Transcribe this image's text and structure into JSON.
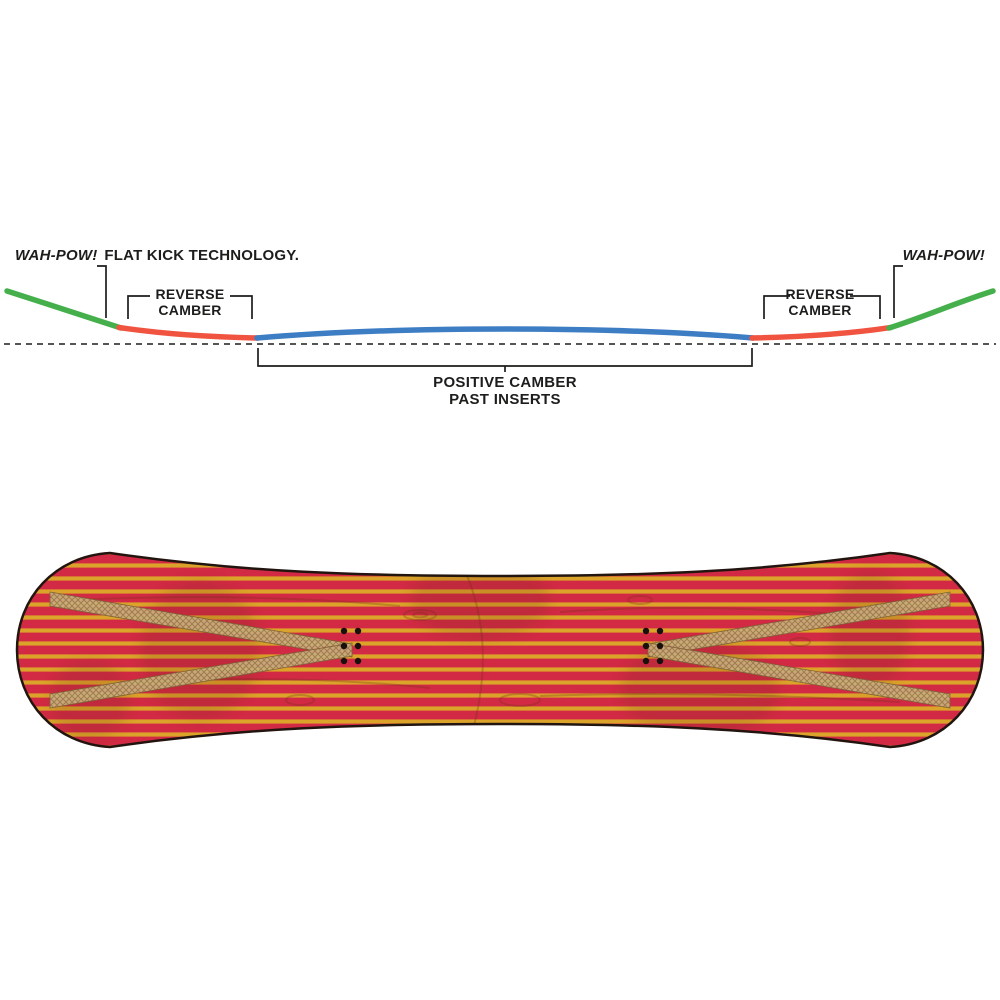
{
  "colors": {
    "bg": "#ffffff",
    "text": "#1d1d1b",
    "camber_green": "#45b04b",
    "camber_red": "#f05340",
    "camber_blue": "#3d7dc4",
    "board_red": "#d22a44",
    "board_yellow": "#dca32a",
    "board_grain": "#6b2f12",
    "board_outline": "#221510",
    "weave_base": "#c9ad7c",
    "weave_dark": "#8a6c3e",
    "insert": "#17100c"
  },
  "camber_diagram": {
    "left_callout": {
      "brand": "WAH-POW!",
      "text": "FLAT KICK TECHNOLOGY."
    },
    "right_callout": {
      "brand": "WAH-POW!"
    },
    "reverse_camber_left": {
      "line1": "REVERSE",
      "line2": "CAMBER"
    },
    "reverse_camber_right": {
      "line1": "REVERSE",
      "line2": "CAMBER"
    },
    "positive_camber": {
      "line1": "POSITIVE CAMBER",
      "line2": "PAST INSERTS"
    },
    "profile_sections": [
      {
        "name": "flat-kick-tip-left",
        "color_key": "camber_green"
      },
      {
        "name": "reverse-camber-left",
        "color_key": "camber_red"
      },
      {
        "name": "positive-camber-center",
        "color_key": "camber_blue"
      },
      {
        "name": "reverse-camber-right",
        "color_key": "camber_red"
      },
      {
        "name": "flat-kick-tip-right",
        "color_key": "camber_green"
      }
    ]
  },
  "board": {
    "view": "top-down snowboard with red and yellow horizontal stripes",
    "insert_packs": 2,
    "inserts_per_pack": 6
  }
}
